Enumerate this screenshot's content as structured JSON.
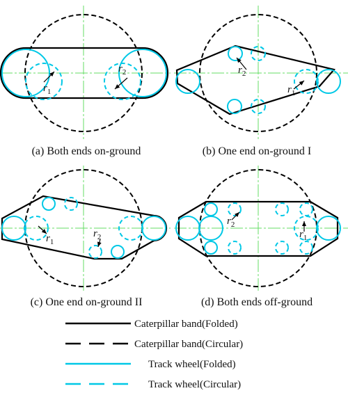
{
  "panels": [
    {
      "caption": "(a) Both ends on-ground",
      "r1": "r",
      "r1_sub": "1",
      "r2": "r",
      "r2_sub": "2"
    },
    {
      "caption": "(b) One end on-ground I",
      "r1": "r",
      "r1_sub": "1",
      "r2": "r",
      "r2_sub": "2"
    },
    {
      "caption": "(c) One end on-ground II",
      "r1": "r",
      "r1_sub": "1",
      "r2": "r",
      "r2_sub": "2"
    },
    {
      "caption": "(d) Both ends off-ground",
      "r1": "r",
      "r1_sub": "1",
      "r2": "r",
      "r2_sub": "2"
    }
  ],
  "legend": [
    {
      "label": "Caterpillar band(Folded)"
    },
    {
      "label": "Caterpillar band(Circular)"
    },
    {
      "label": "Track wheel(Folded)"
    },
    {
      "label": "Track wheel(Circular)"
    }
  ],
  "colors": {
    "band": "#000000",
    "wheel": "#00c8e6",
    "centerline": "#66dd66"
  }
}
